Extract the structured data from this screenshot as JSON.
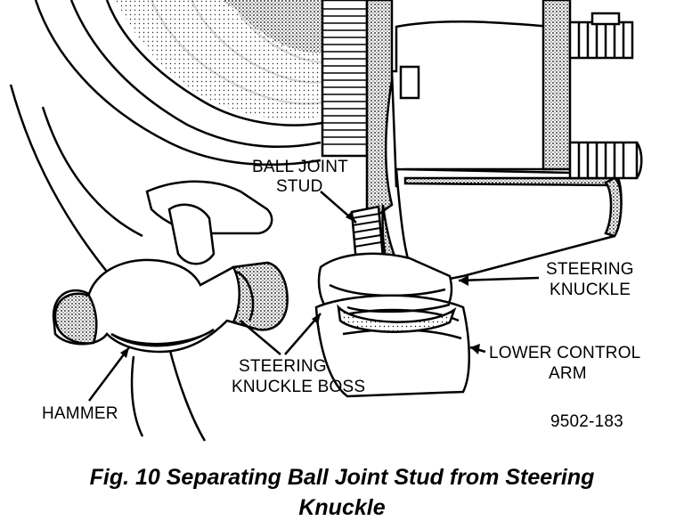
{
  "labels": {
    "ball_joint_stud_line1": "BALL JOINT",
    "ball_joint_stud_line2": "STUD",
    "steering_knuckle_line1": "STEERING",
    "steering_knuckle_line2": "KNUCKLE",
    "lower_control_arm_line1": "LOWER CONTROL",
    "lower_control_arm_line2": "ARM",
    "knuckle_boss_line1": "STEERING",
    "knuckle_boss_line2": "KNUCKLE BOSS",
    "hammer": "HAMMER",
    "figure_code": "9502-183"
  },
  "caption": {
    "line1": "Fig. 10 Separating Ball Joint Stud from Steering",
    "line2": "Knuckle"
  }
}
